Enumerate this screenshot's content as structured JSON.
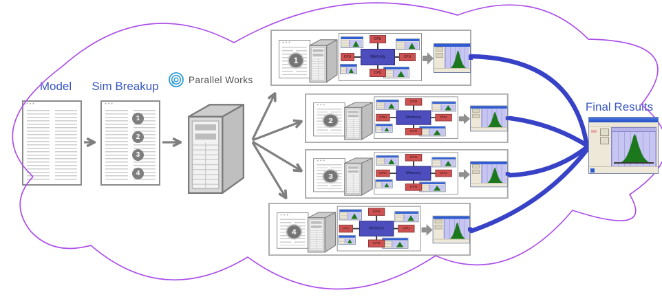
{
  "labels": {
    "model": "Model",
    "sim_breakup": "Sim Breakup",
    "final_results": "Final Results"
  },
  "logo": {
    "text": "Parallel Works"
  },
  "sim_breakup_steps": [
    "1",
    "2",
    "3",
    "4"
  ],
  "rows": [
    {
      "num": "1"
    },
    {
      "num": "2"
    },
    {
      "num": "3"
    },
    {
      "num": "4"
    }
  ],
  "arch": {
    "memory": "Memory",
    "cpu": "CPU"
  },
  "colors": {
    "accent_blue": "#3A57C0",
    "curve_blue": "#3742C6",
    "cloud_purple": "#AC4FE9",
    "arrow_gray": "#7F7F7F",
    "cpu_red": "#CE5252",
    "memory_blue": "#4D4DBE",
    "histogram_green": "#1C781C",
    "window_title_blue": "#2E5BD2",
    "plot_lavender": "#C7C5F2",
    "panel_beige": "#EDE8D8",
    "logo_blue": "#2E9BD8"
  }
}
